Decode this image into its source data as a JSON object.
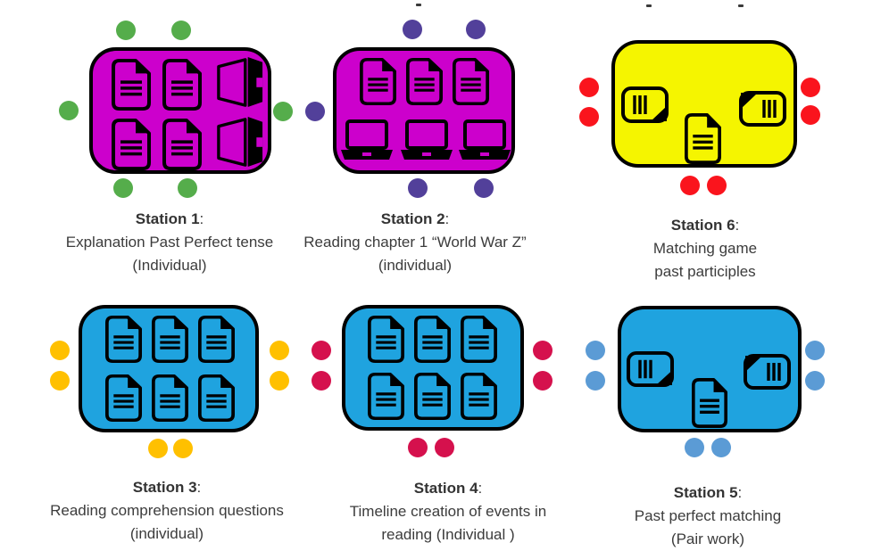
{
  "stations": [
    {
      "id": "station-1",
      "table_color": "#cc00cc",
      "seat_color": "#55ad4b",
      "seat_count": 6,
      "items": [
        "document",
        "document",
        "laptop-side",
        "document",
        "document",
        "laptop-side"
      ],
      "caption": {
        "title": "Station 1",
        "separator": ":",
        "lines": [
          "Explanation Past Perfect tense",
          "(Individual)"
        ]
      }
    },
    {
      "id": "station-2",
      "table_color": "#cc00cc",
      "seat_color": "#52409a",
      "seat_count": 5,
      "items": [
        "document",
        "document",
        "document",
        "laptop-front",
        "laptop-front",
        "laptop-front"
      ],
      "caption": {
        "title": "Station 2",
        "separator": ":",
        "lines": [
          "Reading chapter 1 “World War Z”",
          "(individual)"
        ]
      }
    },
    {
      "id": "station-6",
      "table_color": "#f5f500",
      "seat_color": "#fa141d",
      "seat_count": 6,
      "items": [
        "card-vertical-left",
        "document",
        "card-vertical-right"
      ],
      "caption": {
        "title": "Station 6",
        "separator": ":",
        "lines": [
          "Matching game",
          "past participles"
        ]
      }
    },
    {
      "id": "station-3",
      "table_color": "#1fa3df",
      "seat_color": "#ffc000",
      "seat_count": 6,
      "items": [
        "document",
        "document",
        "document",
        "document",
        "document",
        "document"
      ],
      "caption": {
        "title": "Station 3",
        "separator": ":",
        "lines": [
          "Reading comprehension questions",
          "(individual)"
        ]
      }
    },
    {
      "id": "station-4",
      "table_color": "#1fa3df",
      "seat_color": "#d5114d",
      "seat_count": 6,
      "items": [
        "document",
        "document",
        "document",
        "document",
        "document",
        "document"
      ],
      "caption": {
        "title": "Station 4",
        "separator": ":",
        "lines": [
          "Timeline creation of events in",
          "reading (Individual )"
        ]
      }
    },
    {
      "id": "station-5",
      "table_color": "#1fa3df",
      "seat_color": "#5b9bd5",
      "seat_count": 6,
      "items": [
        "card-vertical-left",
        "document",
        "card-vertical-right"
      ],
      "caption": {
        "title": "Station 5",
        "separator": ":",
        "lines": [
          "Past perfect matching",
          "(Pair work)"
        ]
      }
    }
  ]
}
